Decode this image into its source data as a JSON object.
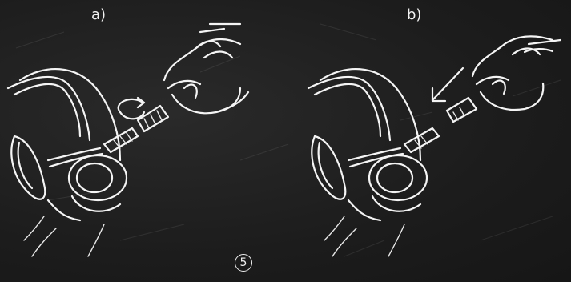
{
  "labels": {
    "panel_a": "a)",
    "panel_b": "b)"
  },
  "step_number": "5",
  "colors": {
    "background": "#1e1e1e",
    "chalk": "#f4f4f4"
  },
  "icons": {
    "rotate": "rotation-arrow-icon",
    "push": "push-arrow-icon"
  }
}
